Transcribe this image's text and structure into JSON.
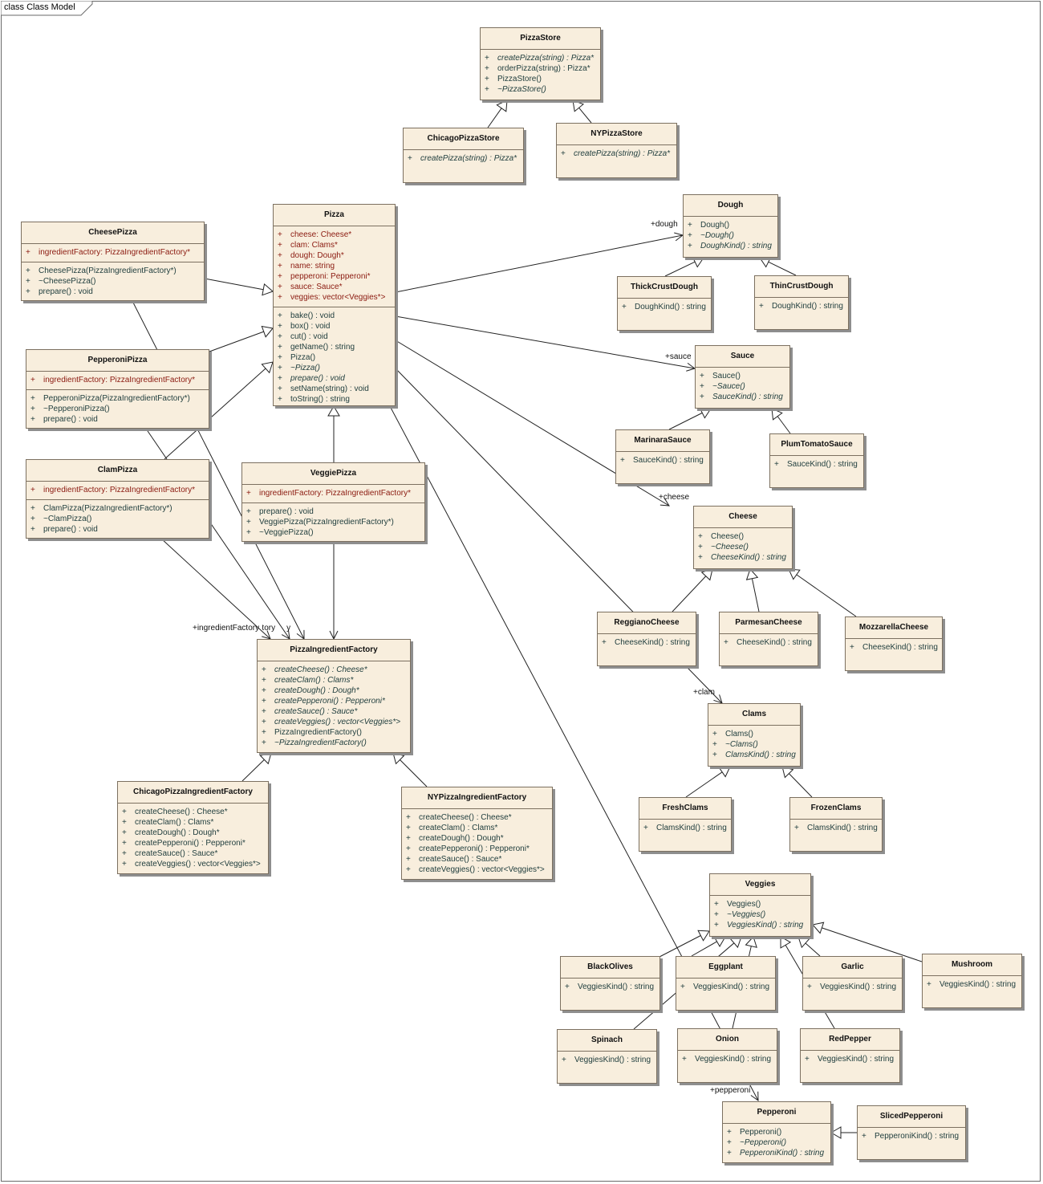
{
  "diagram_title": "class Class Model",
  "classes": [
    {
      "id": "PizzaStore",
      "name": "PizzaStore",
      "attributes": [],
      "operations": [
        {
          "vis": "+",
          "text": "createPizza(string) : Pizza*",
          "abstract": true
        },
        {
          "vis": "+",
          "text": "orderPizza(string) : Pizza*",
          "abstract": false
        },
        {
          "vis": "+",
          "text": "PizzaStore()",
          "abstract": false
        },
        {
          "vis": "+",
          "text": "~PizzaStore()",
          "abstract": true
        }
      ]
    },
    {
      "id": "ChicagoPizzaStore",
      "name": "ChicagoPizzaStore",
      "attributes": [],
      "operations": [
        {
          "vis": "+",
          "text": "createPizza(string) : Pizza*",
          "abstract": true
        }
      ]
    },
    {
      "id": "NYPizzaStore",
      "name": "NYPizzaStore",
      "attributes": [],
      "operations": [
        {
          "vis": "+",
          "text": "createPizza(string) : Pizza*",
          "abstract": true
        }
      ]
    },
    {
      "id": "Pizza",
      "name": "Pizza",
      "attributes": [
        {
          "vis": "+",
          "text": "cheese:  Cheese*",
          "abstract": false
        },
        {
          "vis": "+",
          "text": "clam:  Clams*",
          "abstract": false
        },
        {
          "vis": "+",
          "text": "dough:  Dough*",
          "abstract": false
        },
        {
          "vis": "+",
          "text": "name:  string",
          "abstract": false
        },
        {
          "vis": "+",
          "text": "pepperoni:  Pepperoni*",
          "abstract": false
        },
        {
          "vis": "+",
          "text": "sauce:  Sauce*",
          "abstract": false
        },
        {
          "vis": "+",
          "text": "veggies:  vector<Veggies*>",
          "abstract": false
        }
      ],
      "operations": [
        {
          "vis": "+",
          "text": "bake() : void",
          "abstract": false
        },
        {
          "vis": "+",
          "text": "box() : void",
          "abstract": false
        },
        {
          "vis": "+",
          "text": "cut() : void",
          "abstract": false
        },
        {
          "vis": "+",
          "text": "getName() : string",
          "abstract": false
        },
        {
          "vis": "+",
          "text": "Pizza()",
          "abstract": false
        },
        {
          "vis": "+",
          "text": "~Pizza()",
          "abstract": true
        },
        {
          "vis": "+",
          "text": "prepare() : void",
          "abstract": true
        },
        {
          "vis": "+",
          "text": "setName(string) : void",
          "abstract": false
        },
        {
          "vis": "+",
          "text": "toString() : string",
          "abstract": false
        }
      ]
    },
    {
      "id": "CheesePizza",
      "name": "CheesePizza",
      "attributes": [
        {
          "vis": "+",
          "text": "ingredientFactory:  PizzaIngredientFactory*",
          "abstract": false
        }
      ],
      "operations": [
        {
          "vis": "+",
          "text": "CheesePizza(PizzaIngredientFactory*)",
          "abstract": false
        },
        {
          "vis": "+",
          "text": "~CheesePizza()",
          "abstract": false
        },
        {
          "vis": "+",
          "text": "prepare() : void",
          "abstract": false
        }
      ]
    },
    {
      "id": "PepperoniPizza",
      "name": "PepperoniPizza",
      "attributes": [
        {
          "vis": "+",
          "text": "ingredientFactory:  PizzaIngredientFactory*",
          "abstract": false
        }
      ],
      "operations": [
        {
          "vis": "+",
          "text": "PepperoniPizza(PizzaIngredientFactory*)",
          "abstract": false
        },
        {
          "vis": "+",
          "text": "~PepperoniPizza()",
          "abstract": false
        },
        {
          "vis": "+",
          "text": "prepare() : void",
          "abstract": false
        }
      ]
    },
    {
      "id": "ClamPizza",
      "name": "ClamPizza",
      "attributes": [
        {
          "vis": "+",
          "text": "ingredientFactory:  PizzaIngredientFactory*",
          "abstract": false
        }
      ],
      "operations": [
        {
          "vis": "+",
          "text": "ClamPizza(PizzaIngredientFactory*)",
          "abstract": false
        },
        {
          "vis": "+",
          "text": "~ClamPizza()",
          "abstract": false
        },
        {
          "vis": "+",
          "text": "prepare() : void",
          "abstract": false
        }
      ]
    },
    {
      "id": "VeggiePizza",
      "name": "VeggiePizza",
      "attributes": [
        {
          "vis": "+",
          "text": "ingredientFactory:  PizzaIngredientFactory*",
          "abstract": false
        }
      ],
      "operations": [
        {
          "vis": "+",
          "text": "prepare() : void",
          "abstract": false
        },
        {
          "vis": "+",
          "text": "VeggiePizza(PizzaIngredientFactory*)",
          "abstract": false
        },
        {
          "vis": "+",
          "text": "~VeggiePizza()",
          "abstract": false
        }
      ]
    },
    {
      "id": "PizzaIngredientFactory",
      "name": "PizzaIngredientFactory",
      "attributes": [],
      "operations": [
        {
          "vis": "+",
          "text": "createCheese() : Cheese*",
          "abstract": true
        },
        {
          "vis": "+",
          "text": "createClam() : Clams*",
          "abstract": true
        },
        {
          "vis": "+",
          "text": "createDough() : Dough*",
          "abstract": true
        },
        {
          "vis": "+",
          "text": "createPepperoni() : Pepperoni*",
          "abstract": true
        },
        {
          "vis": "+",
          "text": "createSauce() : Sauce*",
          "abstract": true
        },
        {
          "vis": "+",
          "text": "createVeggies() : vector<Veggies*>",
          "abstract": true
        },
        {
          "vis": "+",
          "text": "PizzaIngredientFactory()",
          "abstract": false
        },
        {
          "vis": "+",
          "text": "~PizzaIngredientFactory()",
          "abstract": true
        }
      ]
    },
    {
      "id": "ChicagoPizzaIngredientFactory",
      "name": "ChicagoPizzaIngredientFactory",
      "attributes": [],
      "operations": [
        {
          "vis": "+",
          "text": "createCheese() : Cheese*",
          "abstract": false
        },
        {
          "vis": "+",
          "text": "createClam() : Clams*",
          "abstract": false
        },
        {
          "vis": "+",
          "text": "createDough() : Dough*",
          "abstract": false
        },
        {
          "vis": "+",
          "text": "createPepperoni() : Pepperoni*",
          "abstract": false
        },
        {
          "vis": "+",
          "text": "createSauce() : Sauce*",
          "abstract": false
        },
        {
          "vis": "+",
          "text": "createVeggies() : vector<Veggies*>",
          "abstract": false
        }
      ]
    },
    {
      "id": "NYPizzaIngredientFactory",
      "name": "NYPizzaIngredientFactory",
      "attributes": [],
      "operations": [
        {
          "vis": "+",
          "text": "createCheese() : Cheese*",
          "abstract": false
        },
        {
          "vis": "+",
          "text": "createClam() : Clams*",
          "abstract": false
        },
        {
          "vis": "+",
          "text": "createDough() : Dough*",
          "abstract": false
        },
        {
          "vis": "+",
          "text": "createPepperoni() : Pepperoni*",
          "abstract": false
        },
        {
          "vis": "+",
          "text": "createSauce() : Sauce*",
          "abstract": false
        },
        {
          "vis": "+",
          "text": "createVeggies() : vector<Veggies*>",
          "abstract": false
        }
      ]
    },
    {
      "id": "Dough",
      "name": "Dough",
      "attributes": [],
      "operations": [
        {
          "vis": "+",
          "text": "Dough()",
          "abstract": false
        },
        {
          "vis": "+",
          "text": "~Dough()",
          "abstract": true
        },
        {
          "vis": "+",
          "text": "DoughKind() : string",
          "abstract": true
        }
      ]
    },
    {
      "id": "ThickCrustDough",
      "name": "ThickCrustDough",
      "attributes": [],
      "operations": [
        {
          "vis": "+",
          "text": "DoughKind() : string",
          "abstract": false
        }
      ]
    },
    {
      "id": "ThinCrustDough",
      "name": "ThinCrustDough",
      "attributes": [],
      "operations": [
        {
          "vis": "+",
          "text": "DoughKind() : string",
          "abstract": false
        }
      ]
    },
    {
      "id": "Sauce",
      "name": "Sauce",
      "attributes": [],
      "operations": [
        {
          "vis": "+",
          "text": "Sauce()",
          "abstract": false
        },
        {
          "vis": "+",
          "text": "~Sauce()",
          "abstract": true
        },
        {
          "vis": "+",
          "text": "SauceKind() : string",
          "abstract": true
        }
      ]
    },
    {
      "id": "MarinaraSauce",
      "name": "MarinaraSauce",
      "attributes": [],
      "operations": [
        {
          "vis": "+",
          "text": "SauceKind() : string",
          "abstract": false
        }
      ]
    },
    {
      "id": "PlumTomatoSauce",
      "name": "PlumTomatoSauce",
      "attributes": [],
      "operations": [
        {
          "vis": "+",
          "text": "SauceKind() : string",
          "abstract": false
        }
      ]
    },
    {
      "id": "Cheese",
      "name": "Cheese",
      "attributes": [],
      "operations": [
        {
          "vis": "+",
          "text": "Cheese()",
          "abstract": false
        },
        {
          "vis": "+",
          "text": "~Cheese()",
          "abstract": true
        },
        {
          "vis": "+",
          "text": "CheeseKind() : string",
          "abstract": true
        }
      ]
    },
    {
      "id": "ReggianoCheese",
      "name": "ReggianoCheese",
      "attributes": [],
      "operations": [
        {
          "vis": "+",
          "text": "CheeseKind() : string",
          "abstract": false
        }
      ]
    },
    {
      "id": "ParmesanCheese",
      "name": "ParmesanCheese",
      "attributes": [],
      "operations": [
        {
          "vis": "+",
          "text": "CheeseKind() : string",
          "abstract": false
        }
      ]
    },
    {
      "id": "MozzarellaCheese",
      "name": "MozzarellaCheese",
      "attributes": [],
      "operations": [
        {
          "vis": "+",
          "text": "CheeseKind() : string",
          "abstract": false
        }
      ]
    },
    {
      "id": "Clams",
      "name": "Clams",
      "attributes": [],
      "operations": [
        {
          "vis": "+",
          "text": "Clams()",
          "abstract": false
        },
        {
          "vis": "+",
          "text": "~Clams()",
          "abstract": true
        },
        {
          "vis": "+",
          "text": "ClamsKind() : string",
          "abstract": true
        }
      ]
    },
    {
      "id": "FreshClams",
      "name": "FreshClams",
      "attributes": [],
      "operations": [
        {
          "vis": "+",
          "text": "ClamsKind() : string",
          "abstract": false
        }
      ]
    },
    {
      "id": "FrozenClams",
      "name": "FrozenClams",
      "attributes": [],
      "operations": [
        {
          "vis": "+",
          "text": "ClamsKind() : string",
          "abstract": false
        }
      ]
    },
    {
      "id": "Veggies",
      "name": "Veggies",
      "attributes": [],
      "operations": [
        {
          "vis": "+",
          "text": "Veggies()",
          "abstract": false
        },
        {
          "vis": "+",
          "text": "~Veggies()",
          "abstract": true
        },
        {
          "vis": "+",
          "text": "VeggiesKind() : string",
          "abstract": true
        }
      ]
    },
    {
      "id": "BlackOlives",
      "name": "BlackOlives",
      "attributes": [],
      "operations": [
        {
          "vis": "+",
          "text": "VeggiesKind() : string",
          "abstract": false
        }
      ]
    },
    {
      "id": "Eggplant",
      "name": "Eggplant",
      "attributes": [],
      "operations": [
        {
          "vis": "+",
          "text": "VeggiesKind() : string",
          "abstract": false
        }
      ]
    },
    {
      "id": "Garlic",
      "name": "Garlic",
      "attributes": [],
      "operations": [
        {
          "vis": "+",
          "text": "VeggiesKind() : string",
          "abstract": false
        }
      ]
    },
    {
      "id": "Mushroom",
      "name": "Mushroom",
      "attributes": [],
      "operations": [
        {
          "vis": "+",
          "text": "VeggiesKind() : string",
          "abstract": false
        }
      ]
    },
    {
      "id": "Spinach",
      "name": "Spinach",
      "attributes": [],
      "operations": [
        {
          "vis": "+",
          "text": "VeggiesKind() : string",
          "abstract": false
        }
      ]
    },
    {
      "id": "Onion",
      "name": "Onion",
      "attributes": [],
      "operations": [
        {
          "vis": "+",
          "text": "VeggiesKind() : string",
          "abstract": false
        }
      ]
    },
    {
      "id": "RedPepper",
      "name": "RedPepper",
      "attributes": [],
      "operations": [
        {
          "vis": "+",
          "text": "VeggiesKind() : string",
          "abstract": false
        }
      ]
    },
    {
      "id": "Pepperoni",
      "name": "Pepperoni",
      "attributes": [],
      "operations": [
        {
          "vis": "+",
          "text": "Pepperoni()",
          "abstract": false
        },
        {
          "vis": "+",
          "text": "~Pepperoni()",
          "abstract": true
        },
        {
          "vis": "+",
          "text": "PepperoniKind() : string",
          "abstract": true
        }
      ]
    },
    {
      "id": "SlicedPepperoni",
      "name": "SlicedPepperoni",
      "attributes": [],
      "operations": [
        {
          "vis": "+",
          "text": "PepperoniKind() : string",
          "abstract": false
        }
      ]
    }
  ],
  "generalizations": [
    {
      "child": "ChicagoPizzaStore",
      "parent": "PizzaStore"
    },
    {
      "child": "NYPizzaStore",
      "parent": "PizzaStore"
    },
    {
      "child": "CheesePizza",
      "parent": "Pizza"
    },
    {
      "child": "PepperoniPizza",
      "parent": "Pizza"
    },
    {
      "child": "ClamPizza",
      "parent": "Pizza"
    },
    {
      "child": "VeggiePizza",
      "parent": "Pizza"
    },
    {
      "child": "ChicagoPizzaIngredientFactory",
      "parent": "PizzaIngredientFactory"
    },
    {
      "child": "NYPizzaIngredientFactory",
      "parent": "PizzaIngredientFactory"
    },
    {
      "child": "ThickCrustDough",
      "parent": "Dough"
    },
    {
      "child": "ThinCrustDough",
      "parent": "Dough"
    },
    {
      "child": "MarinaraSauce",
      "parent": "Sauce"
    },
    {
      "child": "PlumTomatoSauce",
      "parent": "Sauce"
    },
    {
      "child": "ReggianoCheese",
      "parent": "Cheese"
    },
    {
      "child": "ParmesanCheese",
      "parent": "Cheese"
    },
    {
      "child": "MozzarellaCheese",
      "parent": "Cheese"
    },
    {
      "child": "FreshClams",
      "parent": "Clams"
    },
    {
      "child": "FrozenClams",
      "parent": "Clams"
    },
    {
      "child": "BlackOlives",
      "parent": "Veggies"
    },
    {
      "child": "Eggplant",
      "parent": "Veggies"
    },
    {
      "child": "Garlic",
      "parent": "Veggies"
    },
    {
      "child": "Mushroom",
      "parent": "Veggies"
    },
    {
      "child": "Spinach",
      "parent": "Veggies"
    },
    {
      "child": "Onion",
      "parent": "Veggies"
    },
    {
      "child": "RedPepper",
      "parent": "Veggies"
    },
    {
      "child": "SlicedPepperoni",
      "parent": "Pepperoni"
    }
  ],
  "associations": [
    {
      "from": "Pizza",
      "to": "Dough",
      "role": "+dough"
    },
    {
      "from": "Pizza",
      "to": "Sauce",
      "role": "+sauce"
    },
    {
      "from": "Pizza",
      "to": "Cheese",
      "role": "+cheese"
    },
    {
      "from": "Pizza",
      "to": "Clams",
      "role": "+clam"
    },
    {
      "from": "Pizza",
      "to": "Pepperoni",
      "role": "+pepperoni"
    },
    {
      "from": "CheesePizza",
      "to": "PizzaIngredientFactory",
      "role": "+ingredientFactory"
    },
    {
      "from": "PepperoniPizza",
      "to": "PizzaIngredientFactory",
      "role": "+ingredientFactory"
    },
    {
      "from": "ClamPizza",
      "to": "PizzaIngredientFactory",
      "role": "+ingredientFactory"
    },
    {
      "from": "VeggiePizza",
      "to": "PizzaIngredientFactory",
      "role": "+ingredientFactory"
    }
  ]
}
